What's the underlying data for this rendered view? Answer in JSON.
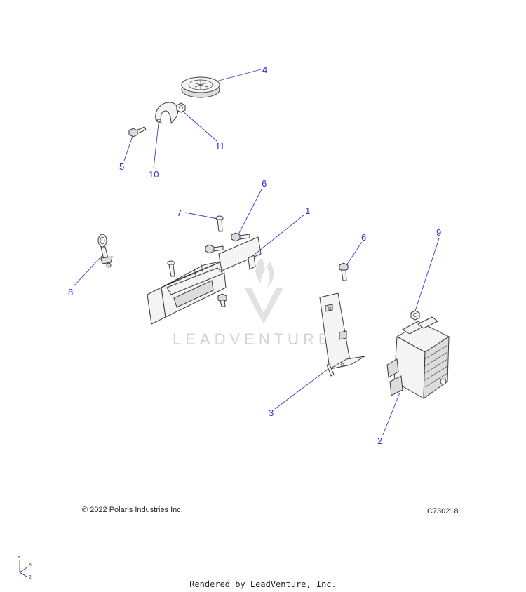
{
  "footer": {
    "copyright": "© 2022 Polaris Industries Inc.",
    "drawing_id": "C730218",
    "rendered_by": "Rendered by LeadVenture, Inc."
  },
  "watermark": {
    "text": "LEADVENTURE"
  },
  "axis": {
    "x_label": "X",
    "y_label": "Y",
    "z_label": "Z"
  },
  "callouts": [
    {
      "id": "c1",
      "label": "1"
    },
    {
      "id": "c2",
      "label": "2"
    },
    {
      "id": "c3",
      "label": "3"
    },
    {
      "id": "c4",
      "label": "4"
    },
    {
      "id": "c5",
      "label": "5"
    },
    {
      "id": "c6a",
      "label": "6"
    },
    {
      "id": "c6b",
      "label": "6"
    },
    {
      "id": "c7",
      "label": "7"
    },
    {
      "id": "c8",
      "label": "8"
    },
    {
      "id": "c9",
      "label": "9"
    },
    {
      "id": "c10",
      "label": "10"
    },
    {
      "id": "c11",
      "label": "11"
    }
  ],
  "colors": {
    "callout": "#2b2bd6",
    "line_art": "#3a3a3a",
    "watermark": "#d3d3d3"
  }
}
